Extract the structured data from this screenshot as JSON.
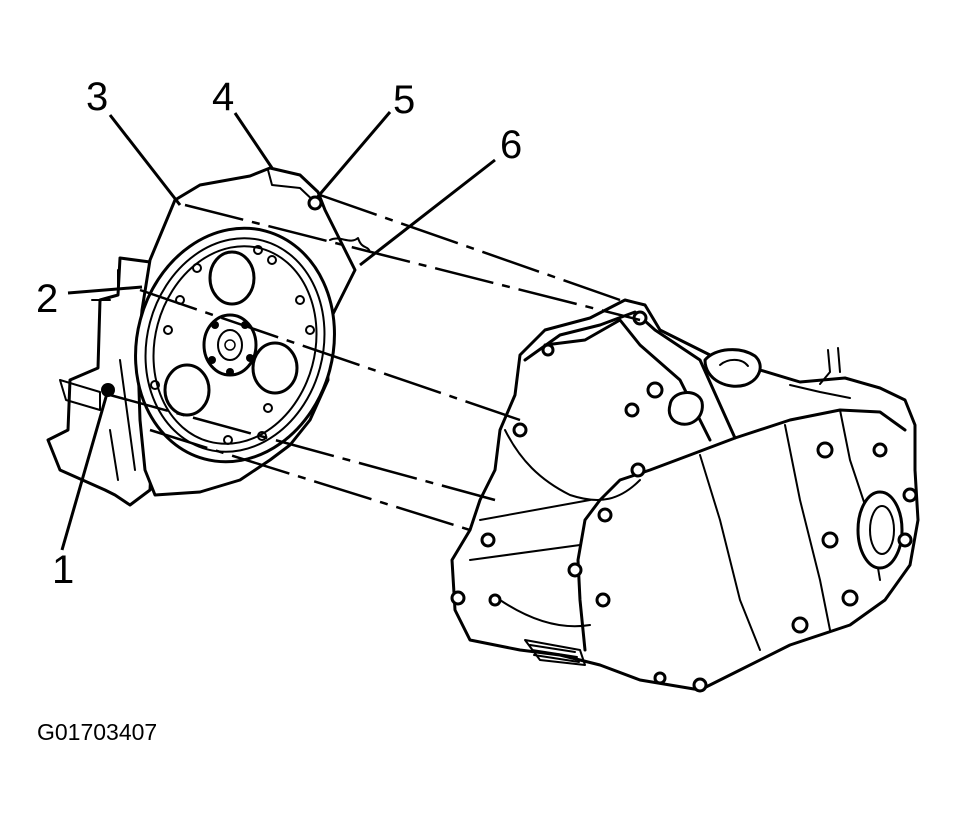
{
  "callouts": [
    {
      "id": "1",
      "label": "1"
    },
    {
      "id": "2",
      "label": "2"
    },
    {
      "id": "3",
      "label": "3"
    },
    {
      "id": "4",
      "label": "4"
    },
    {
      "id": "5",
      "label": "5"
    },
    {
      "id": "6",
      "label": "6"
    }
  ],
  "figure_code": "G01703407",
  "colors": {
    "ink": "#000000",
    "background": "#ffffff"
  }
}
